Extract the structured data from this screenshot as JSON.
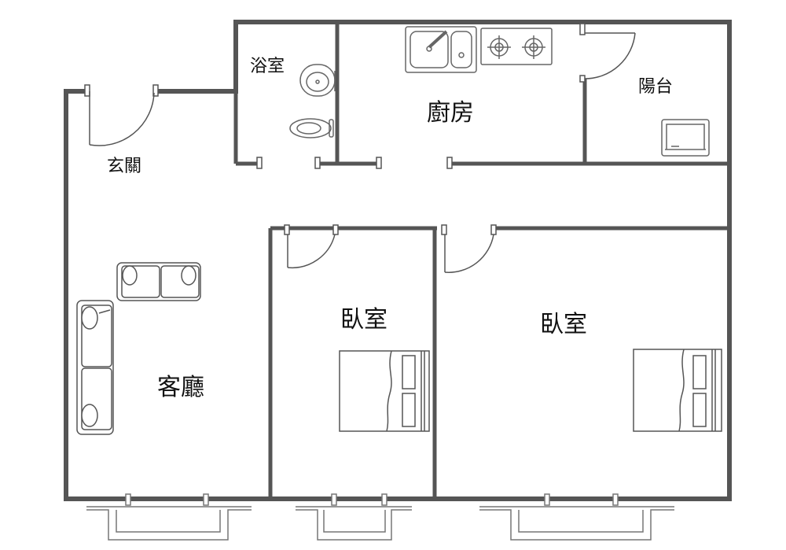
{
  "rooms": {
    "bathroom": "浴室",
    "kitchen": "廚房",
    "balcony": "陽台",
    "entryway": "玄關",
    "bedroom_small": "臥室",
    "bedroom_large": "臥室",
    "living_room": "客廳"
  },
  "colors": {
    "wall": "#555555",
    "fixture": "#666666",
    "background": "#ffffff"
  }
}
